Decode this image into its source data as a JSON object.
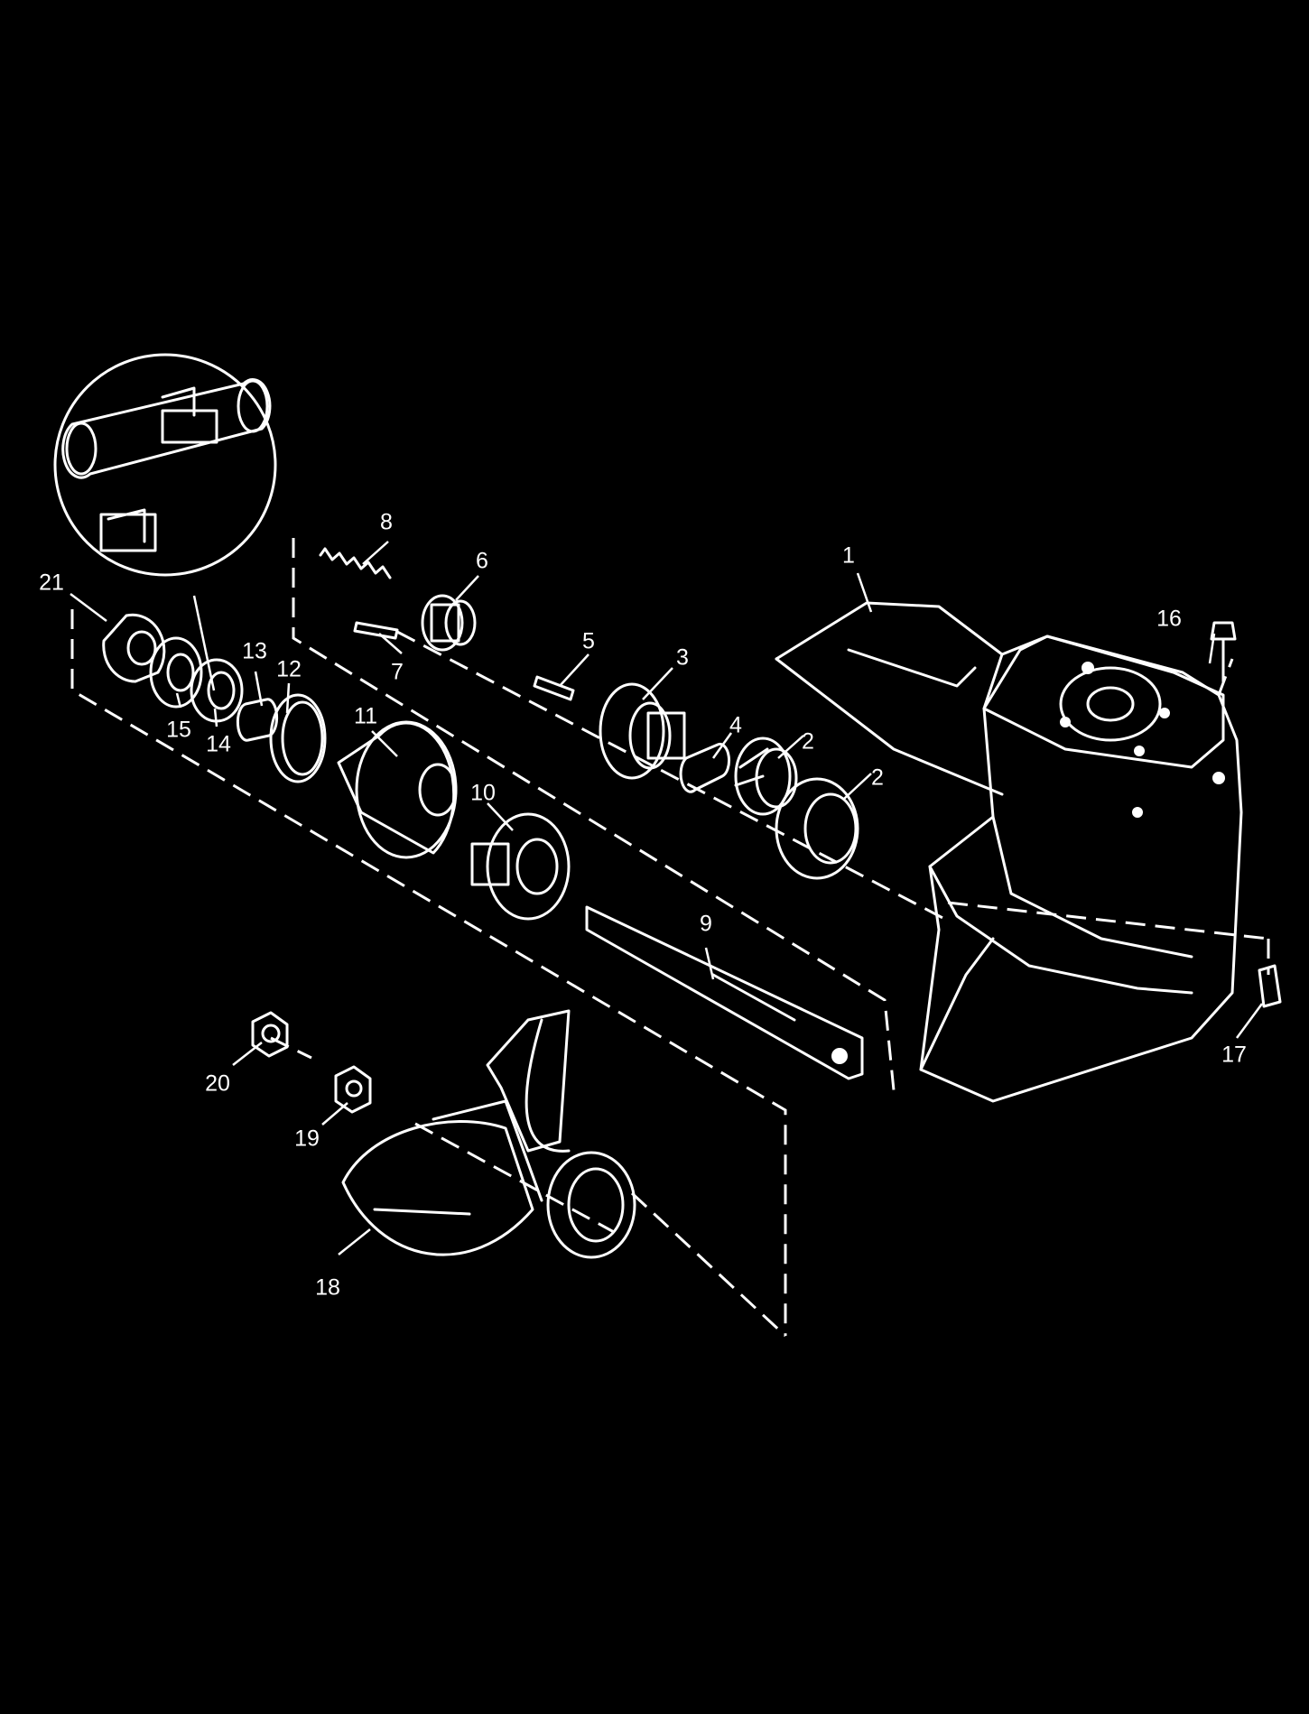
{
  "background": "#000000",
  "foreground": "#ffffff",
  "callouts": [
    {
      "id": "1",
      "text": "1"
    },
    {
      "id": "2a",
      "text": "2"
    },
    {
      "id": "2b",
      "text": "2"
    },
    {
      "id": "3",
      "text": "3"
    },
    {
      "id": "4",
      "text": "4"
    },
    {
      "id": "5",
      "text": "5"
    },
    {
      "id": "6",
      "text": "6"
    },
    {
      "id": "7",
      "text": "7"
    },
    {
      "id": "8",
      "text": "8"
    },
    {
      "id": "9",
      "text": "9"
    },
    {
      "id": "10",
      "text": "10"
    },
    {
      "id": "11",
      "text": "11"
    },
    {
      "id": "12",
      "text": "12"
    },
    {
      "id": "13",
      "text": "13"
    },
    {
      "id": "14",
      "text": "14"
    },
    {
      "id": "15",
      "text": "15"
    },
    {
      "id": "16",
      "text": "16"
    },
    {
      "id": "17",
      "text": "17"
    },
    {
      "id": "18",
      "text": "18"
    },
    {
      "id": "19",
      "text": "19"
    },
    {
      "id": "20",
      "text": "20"
    },
    {
      "id": "21",
      "text": "21"
    }
  ]
}
